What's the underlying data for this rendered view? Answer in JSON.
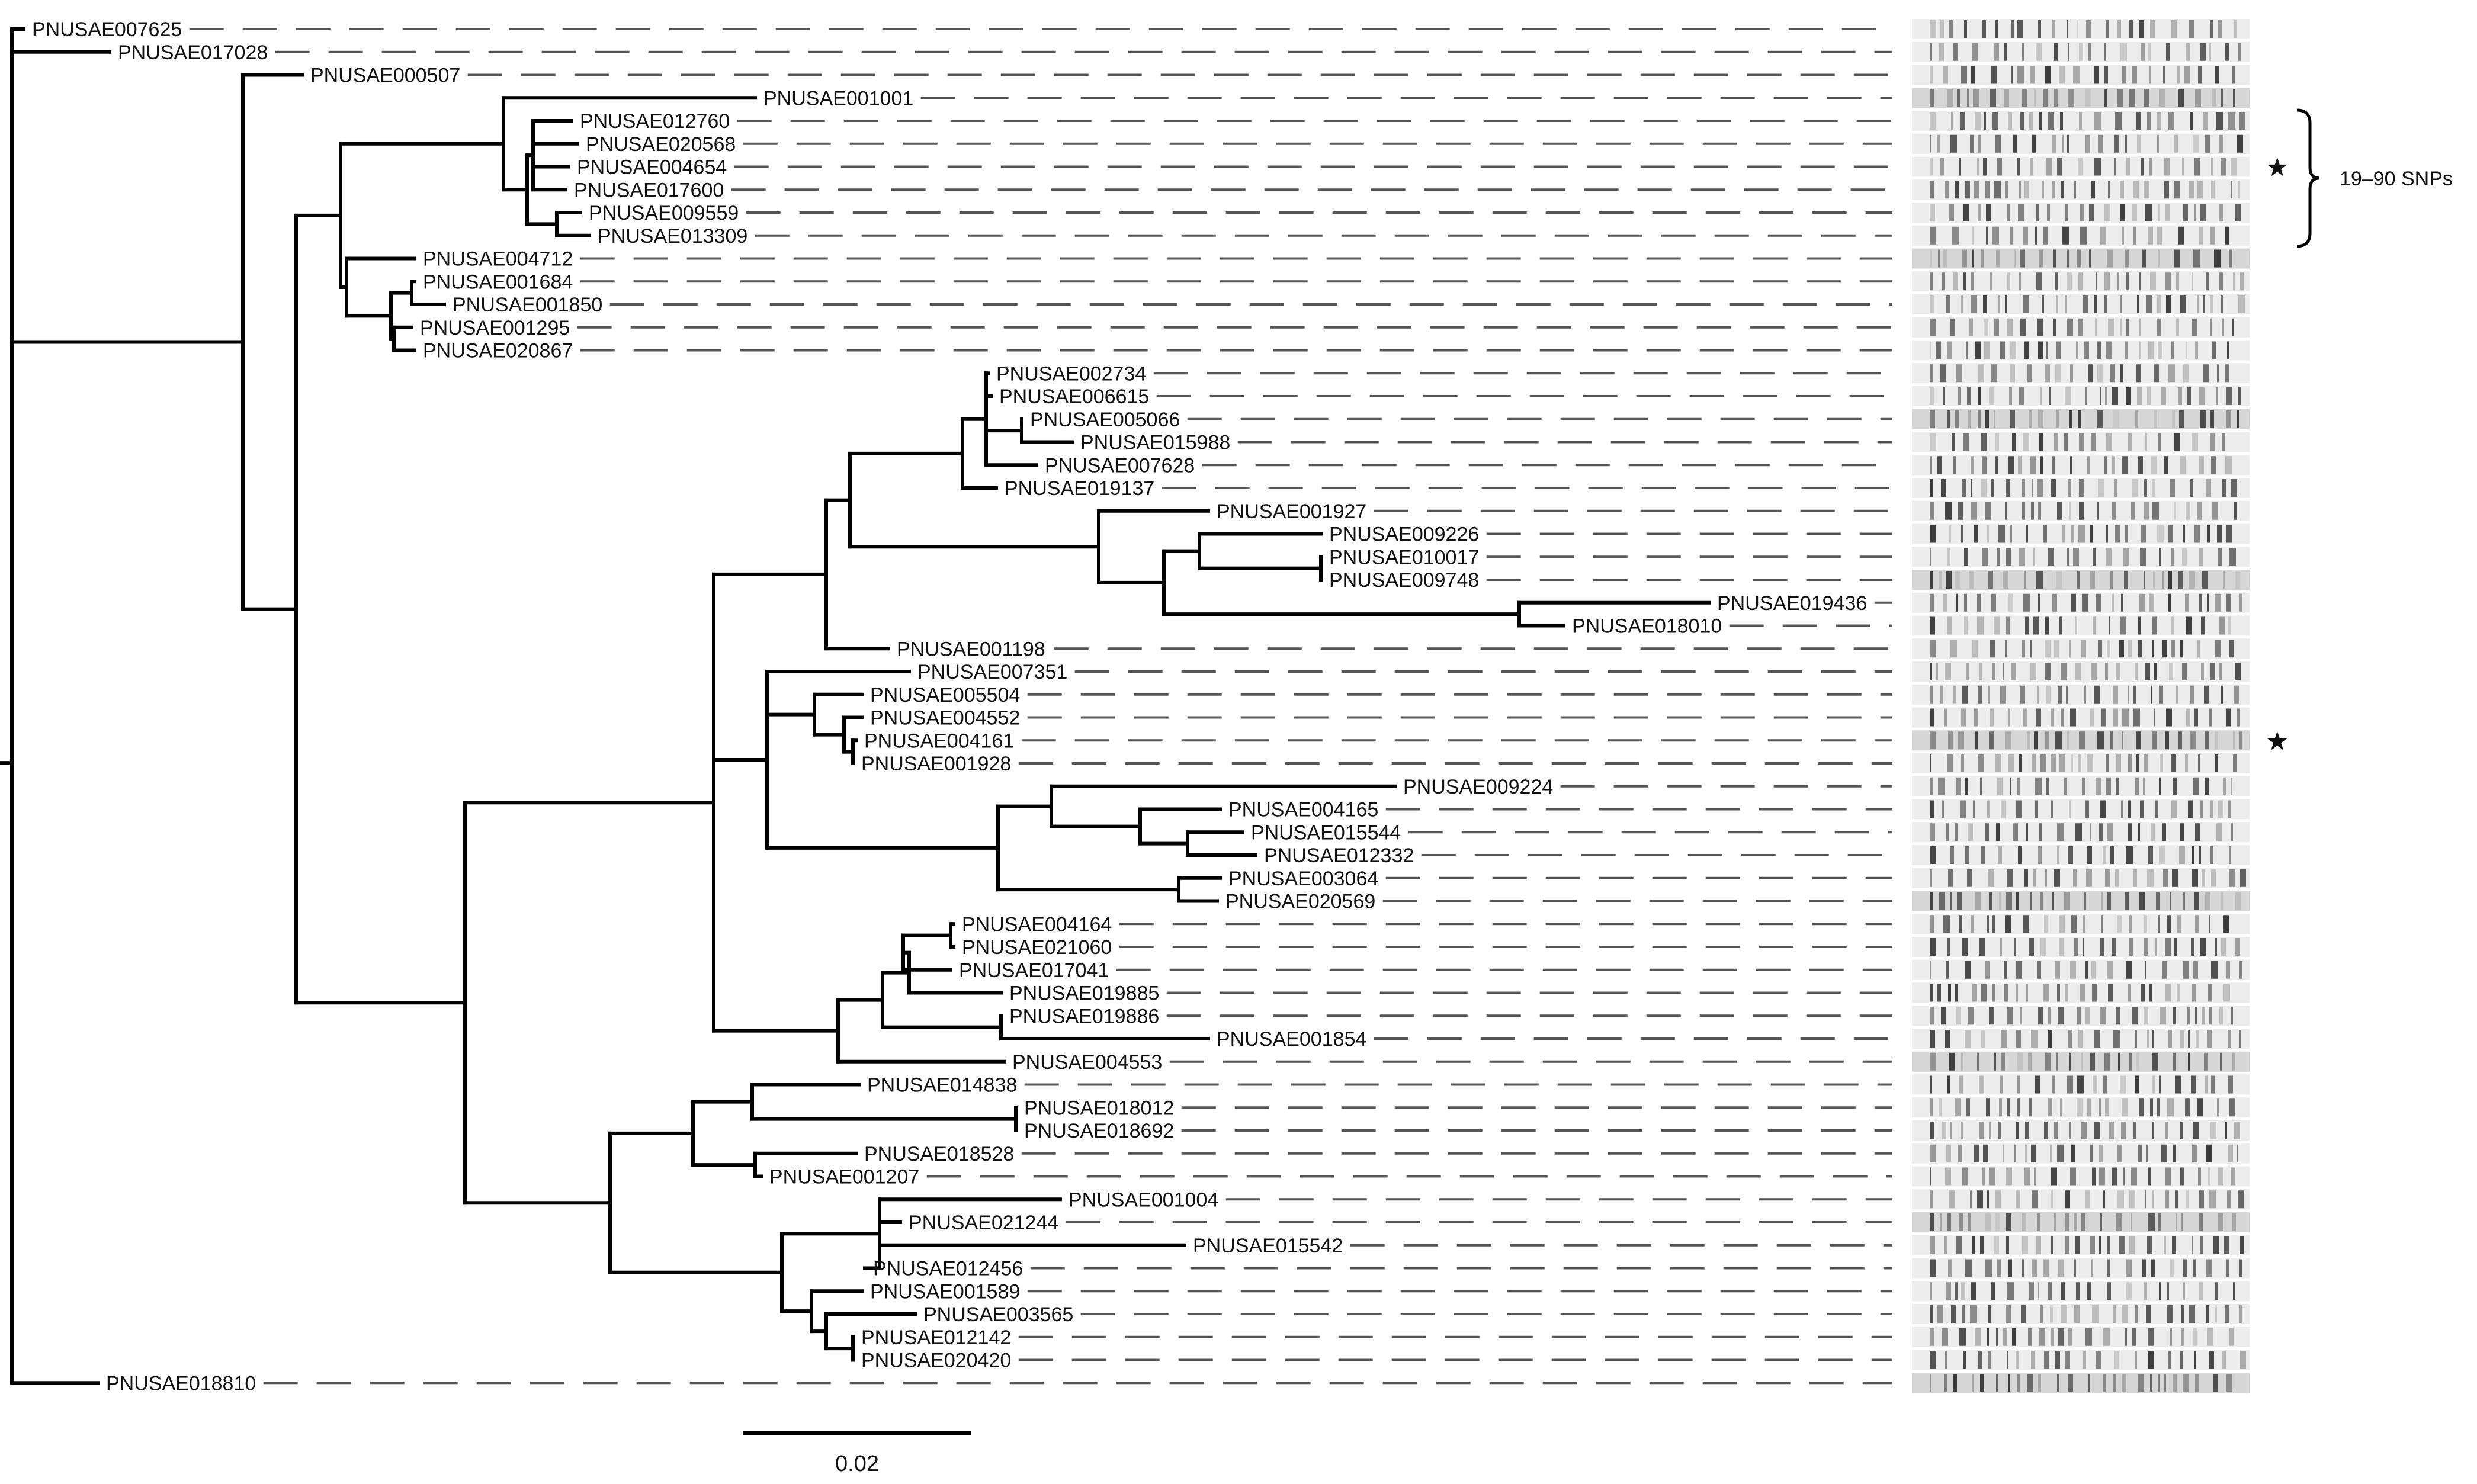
{
  "leaves": [
    "PNUSAE007625",
    "PNUSAE017028",
    "PNUSAE000507",
    "PNUSAE001001",
    "PNUSAE012760",
    "PNUSAE020568",
    "PNUSAE004654",
    "PNUSAE017600",
    "PNUSAE009559",
    "PNUSAE013309",
    "PNUSAE004712",
    "PNUSAE001684",
    "PNUSAE001850",
    "PNUSAE001295",
    "PNUSAE020867",
    "PNUSAE002734",
    "PNUSAE006615",
    "PNUSAE005066",
    "PNUSAE015988",
    "PNUSAE007628",
    "PNUSAE019137",
    "PNUSAE001927",
    "PNUSAE009226",
    "PNUSAE010017",
    "PNUSAE009748",
    "PNUSAE019436",
    "PNUSAE018010",
    "PNUSAE001198",
    "PNUSAE007351",
    "PNUSAE005504",
    "PNUSAE004552",
    "PNUSAE004161",
    "PNUSAE001928",
    "PNUSAE009224",
    "PNUSAE004165",
    "PNUSAE015544",
    "PNUSAE012332",
    "PNUSAE003064",
    "PNUSAE020569",
    "PNUSAE004164",
    "PNUSAE021060",
    "PNUSAE017041",
    "PNUSAE019885",
    "PNUSAE019886",
    "PNUSAE001854",
    "PNUSAE004553",
    "PNUSAE014838",
    "PNUSAE018012",
    "PNUSAE018692",
    "PNUSAE018528",
    "PNUSAE001207",
    "PNUSAE001004",
    "PNUSAE021244",
    "PNUSAE015542",
    "PNUSAE012456",
    "PNUSAE001589",
    "PNUSAE003565",
    "PNUSAE012142",
    "PNUSAE020420",
    "PNUSAE018810"
  ],
  "tree": [
    [],
    [],
    [
      "PNUSAE000507",
      [
        [],
        [
          [
            "PNUSAE001001"
          ],
          [
            [
              "PNUSAE012760"
            ],
            [
              "PNUSAE020568"
            ],
            [
              "PNUSAE004654"
            ],
            [
              "PNUSAE017600"
            ]
          ],
          [
            [
              "PNUSAE009559"
            ],
            [
              "PNUSAE013309"
            ]
          ]
        ]
      ]
    ]
  ],
  "annotations": {
    "bracket_label": "19–90 SNPs",
    "starred_isolates": [
      "PNUSAE004654",
      "PNUSAE004161"
    ],
    "star_symbol": "★"
  },
  "scale_bar": {
    "label": "0.02",
    "value": 0.02
  },
  "colors": {
    "tree": "#000000",
    "dash": "#555555",
    "text": "#111111"
  }
}
